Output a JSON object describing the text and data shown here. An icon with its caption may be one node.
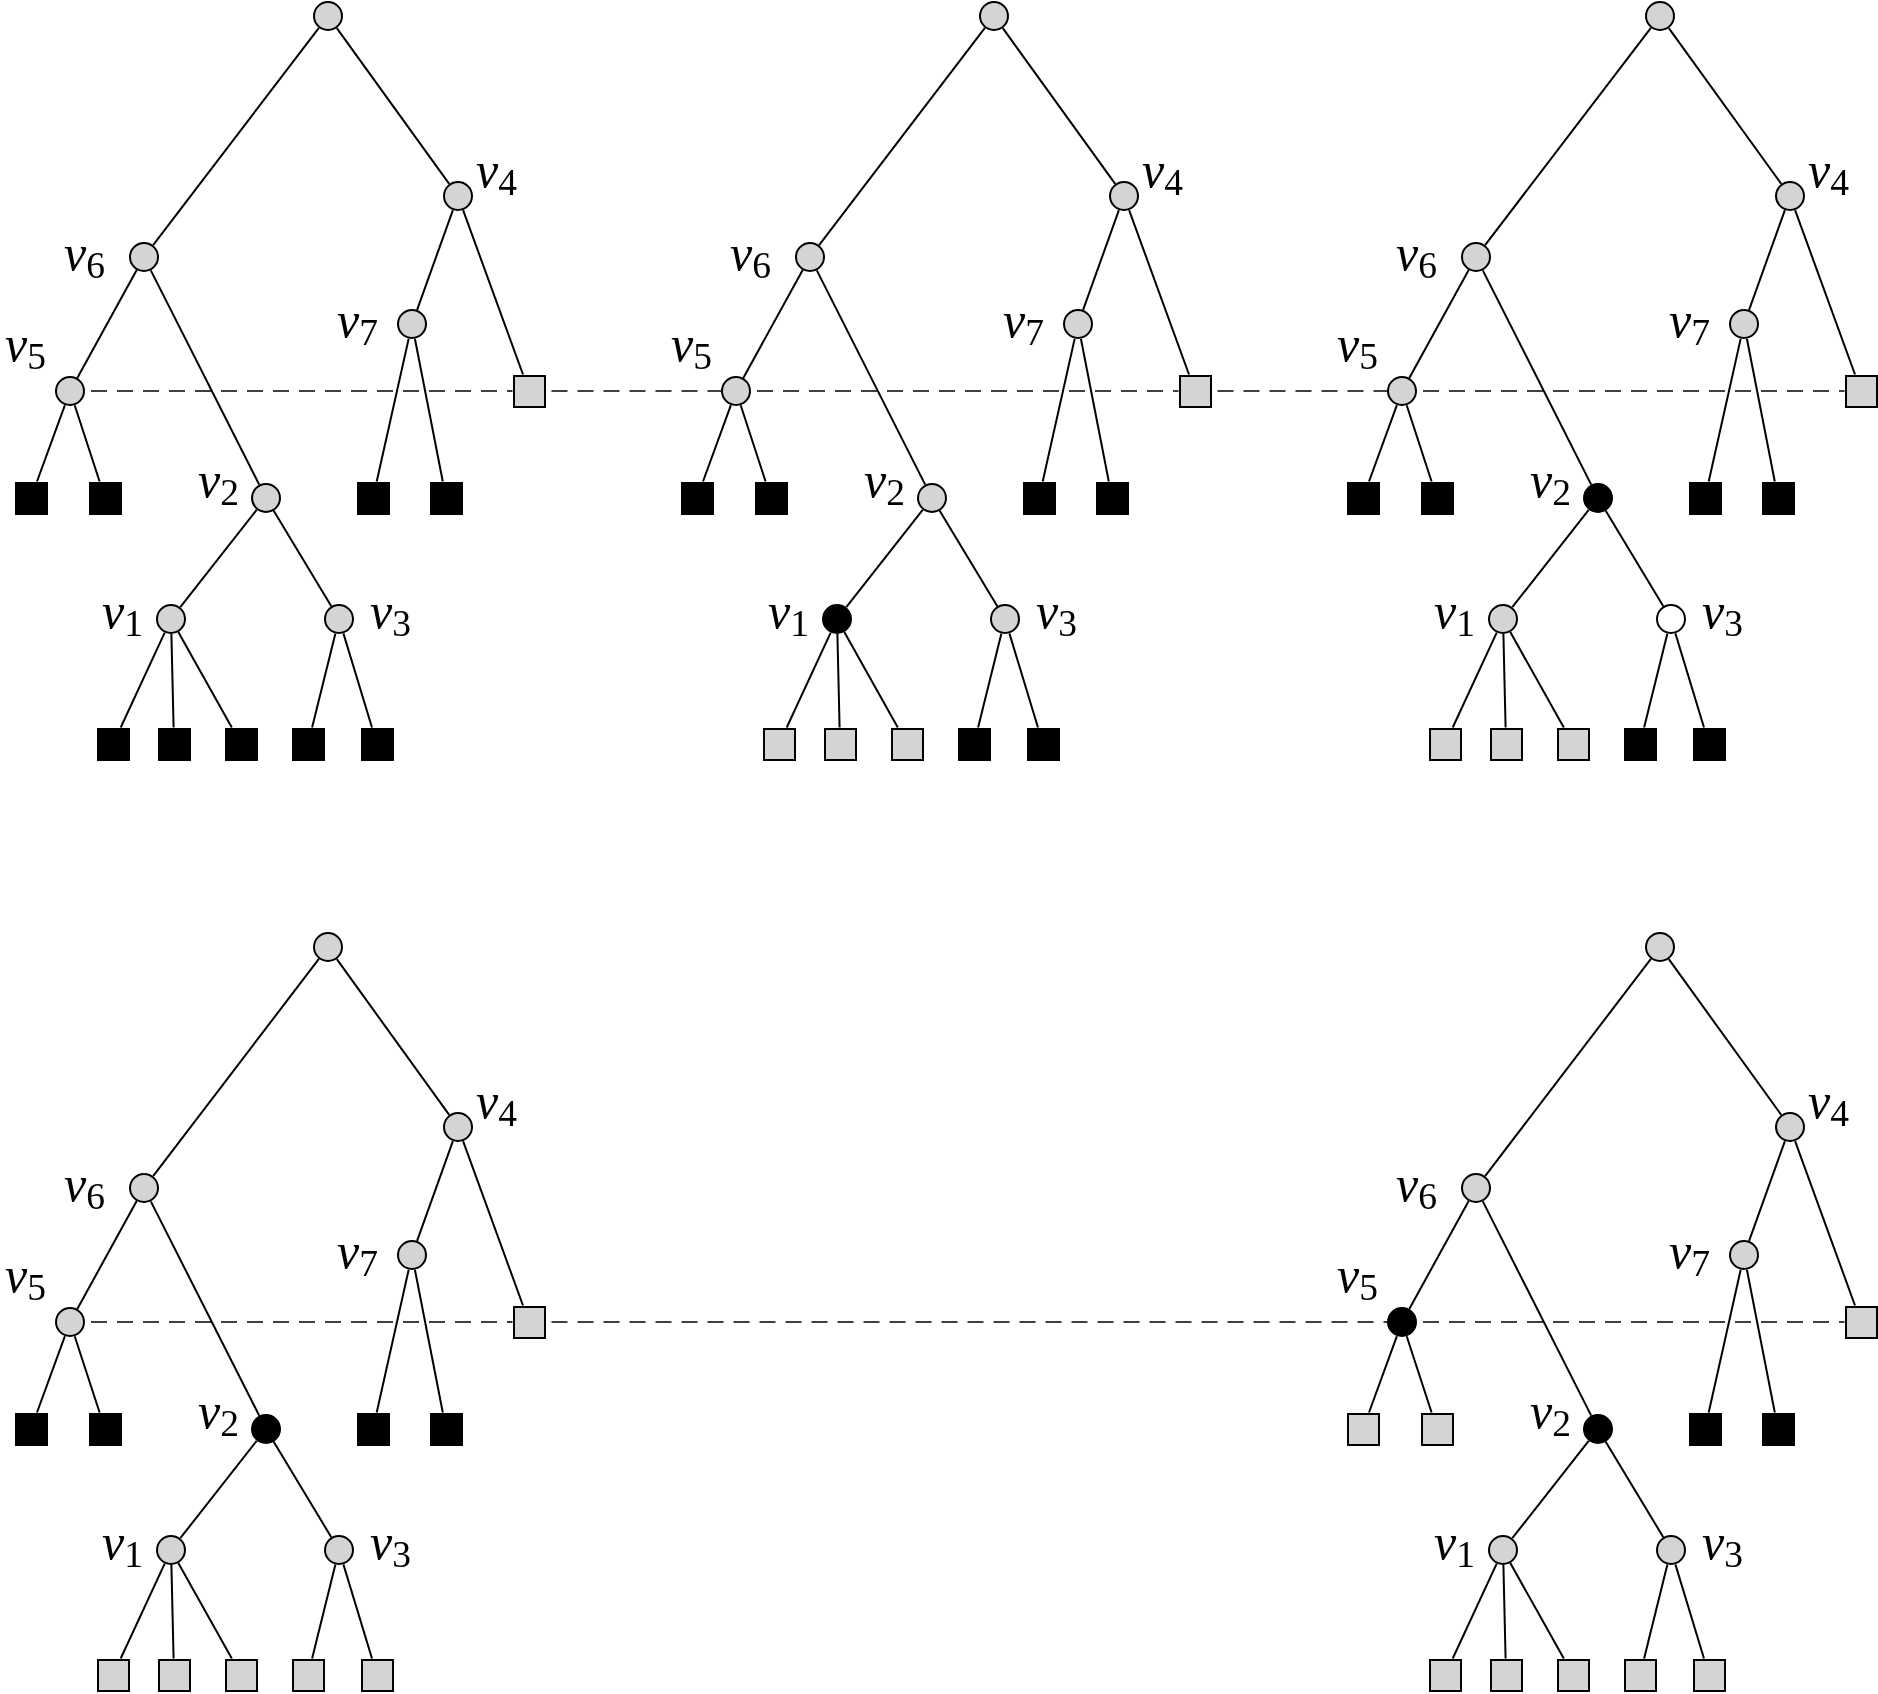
{
  "diagram": {
    "nodes": [
      {
        "text": [],
        "shape": "circle"
      },
      {
        "text": [],
        "shape": "circle",
        "beside": [
          "*v*$_{4}$"
        ]
      },
      {
        "text": [],
        "shape": "circle",
        "beside": [
          "*v*$_{6}$"
        ]
      },
      {
        "text": [],
        "shape": "circle",
        "beside": [
          "*v*$_{7}$"
        ]
      },
      {
        "text": [],
        "shape": "circle",
        "beside": [
          "*v*$_{5}$"
        ]
      },
      {
        "text": [],
        "shape": "box"
      },
      {
        "text": [],
        "shape": "box"
      },
      {
        "text": [],
        "shape": "box"
      },
      {
        "text": [],
        "shape": "circle",
        "beside": [
          "*v*$_{2}$"
        ]
      },
      {
        "text": [],
        "shape": "box"
      },
      {
        "text": [],
        "shape": "box"
      },
      {
        "text": [],
        "shape": "circle",
        "beside": [
          "*v*$_{1}$"
        ]
      },
      {
        "text": [],
        "shape": "circle",
        "beside": [
          "*v*$_{3}$"
        ]
      },
      {
        "text": [],
        "shape": "box"
      },
      {
        "text": [],
        "shape": "box"
      },
      {
        "text": [],
        "shape": "box"
      },
      {
        "text": [],
        "shape": "box"
      },
      {
        "text": [],
        "shape": "box"
      },
      {
        "text": [],
        "shape": "circle"
      },
      {
        "text": [],
        "shape": "circle",
        "beside": [
          "*v*$_{4}$"
        ]
      },
      {
        "text": [],
        "shape": "circle",
        "beside": [
          "*v*$_{6}$"
        ]
      },
      {
        "text": [],
        "shape": "circle",
        "beside": [
          "*v*$_{7}$"
        ]
      },
      {
        "text": [],
        "shape": "circle",
        "beside": [
          "*v*$_{5}$"
        ]
      },
      {
        "text": [],
        "shape": "box"
      },
      {
        "text": [],
        "shape": "box"
      },
      {
        "text": [],
        "shape": "box"
      },
      {
        "text": [],
        "shape": "circle",
        "beside": [
          "*v*$_{2}$"
        ]
      },
      {
        "text": [],
        "shape": "box"
      },
      {
        "text": [],
        "shape": "box"
      },
      {
        "text": [],
        "shape": "circle",
        "beside": [
          "*v*$_{1}$"
        ]
      },
      {
        "text": [],
        "shape": "circle",
        "beside": [
          "*v*$_{3}$"
        ]
      },
      {
        "text": [],
        "shape": "box"
      },
      {
        "text": [],
        "shape": "box"
      },
      {
        "text": [],
        "shape": "box"
      },
      {
        "text": [],
        "shape": "box"
      },
      {
        "text": [],
        "shape": "box"
      },
      {
        "text": [],
        "shape": "circle"
      },
      {
        "text": [],
        "shape": "circle",
        "beside": [
          "*v*$_{4}$"
        ]
      },
      {
        "text": [],
        "shape": "circle",
        "beside": [
          "*v*$_{6}$"
        ]
      },
      {
        "text": [],
        "shape": "circle",
        "beside": [
          "*v*$_{7}$"
        ]
      },
      {
        "text": [],
        "shape": "circle",
        "beside": [
          "*v*$_{5}$"
        ]
      },
      {
        "text": [],
        "shape": "box"
      },
      {
        "text": [],
        "shape": "box"
      },
      {
        "text": [],
        "shape": "box"
      },
      {
        "text": [],
        "shape": "circle",
        "beside": [
          "*v*$_{2}$"
        ]
      },
      {
        "text": [],
        "shape": "box"
      },
      {
        "text": [],
        "shape": "box"
      },
      {
        "text": [],
        "shape": "circle",
        "beside": [
          "*v*$_{1}$"
        ]
      },
      {
        "text": [],
        "shape": "circle",
        "beside": [
          "*v*$_{3}$"
        ]
      },
      {
        "text": [],
        "shape": "box"
      },
      {
        "text": [],
        "shape": "box"
      },
      {
        "text": [],
        "shape": "box"
      },
      {
        "text": [],
        "shape": "box"
      },
      {
        "text": [],
        "shape": "box"
      },
      {
        "text": [],
        "shape": "circle"
      },
      {
        "text": [],
        "shape": "circle",
        "beside": [
          "*v*$_{4}$"
        ]
      },
      {
        "text": [],
        "shape": "circle",
        "beside": [
          "*v*$_{6}$"
        ]
      },
      {
        "text": [],
        "shape": "circle",
        "beside": [
          "*v*$_{7}$"
        ]
      },
      {
        "text": [],
        "shape": "circle",
        "beside": [
          "*v*$_{5}$"
        ]
      },
      {
        "text": [],
        "shape": "box"
      },
      {
        "text": [],
        "shape": "box"
      },
      {
        "text": [],
        "shape": "box"
      },
      {
        "text": [],
        "shape": "circle",
        "beside": [
          "*v*$_{2}$"
        ]
      },
      {
        "text": [],
        "shape": "box"
      },
      {
        "text": [],
        "shape": "box"
      },
      {
        "text": [],
        "shape": "circle",
        "beside": [
          "*v*$_{1}$"
        ]
      },
      {
        "text": [],
        "shape": "circle",
        "beside": [
          "*v*$_{3}$"
        ]
      },
      {
        "text": [],
        "shape": "box"
      },
      {
        "text": [],
        "shape": "box"
      },
      {
        "text": [],
        "shape": "box"
      },
      {
        "text": [],
        "shape": "box"
      },
      {
        "text": [],
        "shape": "box"
      },
      {
        "text": [],
        "shape": "circle"
      },
      {
        "text": [],
        "shape": "circle",
        "beside": [
          "*v*$_{4}$"
        ]
      },
      {
        "text": [],
        "shape": "circle",
        "beside": [
          "*v*$_{6}$"
        ]
      },
      {
        "text": [],
        "shape": "circle",
        "beside": [
          "*v*$_{7}$"
        ]
      },
      {
        "text": [],
        "shape": "circle",
        "beside": [
          "*v*$_{5}$"
        ]
      },
      {
        "text": [],
        "shape": "box"
      },
      {
        "text": [],
        "shape": "box"
      },
      {
        "text": [],
        "shape": "box"
      },
      {
        "text": [],
        "shape": "circle",
        "beside": [
          "*v*$_{2}$"
        ]
      },
      {
        "text": [],
        "shape": "box"
      },
      {
        "text": [],
        "shape": "box"
      },
      {
        "text": [],
        "shape": "circle",
        "beside": [
          "*v*$_{1}$"
        ]
      },
      {
        "text": [],
        "shape": "circle",
        "beside": [
          "*v*$_{3}$"
        ]
      },
      {
        "text": [],
        "shape": "box"
      },
      {
        "text": [],
        "shape": "box"
      },
      {
        "text": [],
        "shape": "box"
      },
      {
        "text": [],
        "shape": "box"
      },
      {
        "text": [],
        "shape": "box"
      }
    ],
    "edges": [
      {
        "from": 0,
        "to": 2,
        "arrow": "none"
      },
      {
        "from": 0,
        "to": 1,
        "arrow": "none"
      },
      {
        "from": 1,
        "to": 3,
        "arrow": "none"
      },
      {
        "from": 1,
        "to": 5,
        "arrow": "none"
      },
      {
        "from": 2,
        "to": 4,
        "arrow": "none"
      },
      {
        "from": 2,
        "to": 8,
        "arrow": "none"
      },
      {
        "from": 4,
        "to": 6,
        "arrow": "none"
      },
      {
        "from": 4,
        "to": 7,
        "arrow": "none"
      },
      {
        "from": 3,
        "to": 9,
        "arrow": "none"
      },
      {
        "from": 3,
        "to": 10,
        "arrow": "none"
      },
      {
        "from": 8,
        "to": 11,
        "arrow": "none"
      },
      {
        "from": 8,
        "to": 12,
        "arrow": "none"
      },
      {
        "from": 11,
        "to": 13,
        "arrow": "none"
      },
      {
        "from": 11,
        "to": 14,
        "arrow": "none"
      },
      {
        "from": 11,
        "to": 15,
        "arrow": "none"
      },
      {
        "from": 12,
        "to": 16,
        "arrow": "none"
      },
      {
        "from": 12,
        "to": 17,
        "arrow": "none"
      },
      {
        "from": 18,
        "to": 20,
        "arrow": "none"
      },
      {
        "from": 18,
        "to": 19,
        "arrow": "none"
      },
      {
        "from": 19,
        "to": 21,
        "arrow": "none"
      },
      {
        "from": 19,
        "to": 23,
        "arrow": "none"
      },
      {
        "from": 20,
        "to": 22,
        "arrow": "none"
      },
      {
        "from": 20,
        "to": 26,
        "arrow": "none"
      },
      {
        "from": 22,
        "to": 24,
        "arrow": "none"
      },
      {
        "from": 22,
        "to": 25,
        "arrow": "none"
      },
      {
        "from": 21,
        "to": 27,
        "arrow": "none"
      },
      {
        "from": 21,
        "to": 28,
        "arrow": "none"
      },
      {
        "from": 26,
        "to": 29,
        "arrow": "none"
      },
      {
        "from": 26,
        "to": 30,
        "arrow": "none"
      },
      {
        "from": 29,
        "to": 31,
        "arrow": "none"
      },
      {
        "from": 29,
        "to": 32,
        "arrow": "none"
      },
      {
        "from": 29,
        "to": 33,
        "arrow": "none"
      },
      {
        "from": 30,
        "to": 34,
        "arrow": "none"
      },
      {
        "from": 30,
        "to": 35,
        "arrow": "none"
      },
      {
        "from": 36,
        "to": 38,
        "arrow": "none"
      },
      {
        "from": 36,
        "to": 37,
        "arrow": "none"
      },
      {
        "from": 37,
        "to": 39,
        "arrow": "none"
      },
      {
        "from": 37,
        "to": 41,
        "arrow": "none"
      },
      {
        "from": 38,
        "to": 40,
        "arrow": "none"
      },
      {
        "from": 38,
        "to": 44,
        "arrow": "none"
      },
      {
        "from": 40,
        "to": 42,
        "arrow": "none"
      },
      {
        "from": 40,
        "to": 43,
        "arrow": "none"
      },
      {
        "from": 39,
        "to": 45,
        "arrow": "none"
      },
      {
        "from": 39,
        "to": 46,
        "arrow": "none"
      },
      {
        "from": 44,
        "to": 47,
        "arrow": "none"
      },
      {
        "from": 44,
        "to": 48,
        "arrow": "none"
      },
      {
        "from": 47,
        "to": 49,
        "arrow": "none"
      },
      {
        "from": 47,
        "to": 50,
        "arrow": "none"
      },
      {
        "from": 47,
        "to": 51,
        "arrow": "none"
      },
      {
        "from": 48,
        "to": 52,
        "arrow": "none"
      },
      {
        "from": 48,
        "to": 53,
        "arrow": "none"
      },
      {
        "from": 54,
        "to": 56,
        "arrow": "none"
      },
      {
        "from": 54,
        "to": 55,
        "arrow": "none"
      },
      {
        "from": 55,
        "to": 57,
        "arrow": "none"
      },
      {
        "from": 55,
        "to": 59,
        "arrow": "none"
      },
      {
        "from": 56,
        "to": 58,
        "arrow": "none"
      },
      {
        "from": 56,
        "to": 62,
        "arrow": "none"
      },
      {
        "from": 58,
        "to": 60,
        "arrow": "none"
      },
      {
        "from": 58,
        "to": 61,
        "arrow": "none"
      },
      {
        "from": 57,
        "to": 63,
        "arrow": "none"
      },
      {
        "from": 57,
        "to": 64,
        "arrow": "none"
      },
      {
        "from": 62,
        "to": 65,
        "arrow": "none"
      },
      {
        "from": 62,
        "to": 66,
        "arrow": "none"
      },
      {
        "from": 65,
        "to": 67,
        "arrow": "none"
      },
      {
        "from": 65,
        "to": 68,
        "arrow": "none"
      },
      {
        "from": 65,
        "to": 69,
        "arrow": "none"
      },
      {
        "from": 66,
        "to": 70,
        "arrow": "none"
      },
      {
        "from": 66,
        "to": 71,
        "arrow": "none"
      },
      {
        "from": 72,
        "to": 74,
        "arrow": "none"
      },
      {
        "from": 72,
        "to": 73,
        "arrow": "none"
      },
      {
        "from": 73,
        "to": 75,
        "arrow": "none"
      },
      {
        "from": 73,
        "to": 77,
        "arrow": "none"
      },
      {
        "from": 74,
        "to": 76,
        "arrow": "none"
      },
      {
        "from": 74,
        "to": 80,
        "arrow": "none"
      },
      {
        "from": 76,
        "to": 78,
        "arrow": "none"
      },
      {
        "from": 76,
        "to": 79,
        "arrow": "none"
      },
      {
        "from": 75,
        "to": 81,
        "arrow": "none"
      },
      {
        "from": 75,
        "to": 82,
        "arrow": "none"
      },
      {
        "from": 80,
        "to": 83,
        "arrow": "none"
      },
      {
        "from": 80,
        "to": 84,
        "arrow": "none"
      },
      {
        "from": 83,
        "to": 85,
        "arrow": "none"
      },
      {
        "from": 83,
        "to": 86,
        "arrow": "none"
      },
      {
        "from": 83,
        "to": 87,
        "arrow": "none"
      },
      {
        "from": 84,
        "to": 88,
        "arrow": "none"
      },
      {
        "from": 84,
        "to": 89,
        "arrow": "none"
      },
      {
        "from": 4,
        "to": 5,
        "arrow": "none",
        "style": "dashed"
      },
      {
        "from": 5,
        "to": 22,
        "arrow": "none",
        "style": "dashed"
      },
      {
        "from": 22,
        "to": 23,
        "arrow": "none",
        "style": "dashed"
      },
      {
        "from": 23,
        "to": 40,
        "arrow": "none",
        "style": "dashed"
      },
      {
        "from": 40,
        "to": 41,
        "arrow": "none",
        "style": "dashed"
      },
      {
        "from": 58,
        "to": 59,
        "arrow": "none",
        "style": "dashed"
      },
      {
        "from": 59,
        "to": 76,
        "arrow": "none",
        "style": "dashed"
      },
      {
        "from": 76,
        "to": 77,
        "arrow": "none",
        "style": "dashed"
      }
    ]
  }
}
